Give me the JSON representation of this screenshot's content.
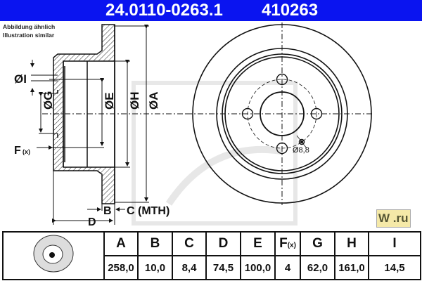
{
  "header": {
    "part_number": "24.0110-0263.1",
    "ref_number": "410263",
    "accent": "#0a14f0"
  },
  "notes": {
    "line1": "Abbildung ähnlich",
    "line2": "Illustration similar"
  },
  "drawing": {
    "labels": {
      "I": "ØI",
      "G": "ØG",
      "E": "ØE",
      "H": "ØH",
      "A": "ØA",
      "F": "F",
      "F_sub": "(x)",
      "B": "B",
      "C": "C (MTH)",
      "D": "D"
    },
    "bolt_hole_label": "Ø8,8",
    "bolt_count": 4
  },
  "table": {
    "headers": [
      "A",
      "B",
      "C",
      "D",
      "E",
      "F",
      "G",
      "H",
      "I"
    ],
    "f_sub": "(x)",
    "values": [
      "258,0",
      "10,0",
      "8,4",
      "74,5",
      "100,0",
      "4",
      "62,0",
      "161,0",
      "14,5"
    ]
  },
  "watermark": "W .ru"
}
